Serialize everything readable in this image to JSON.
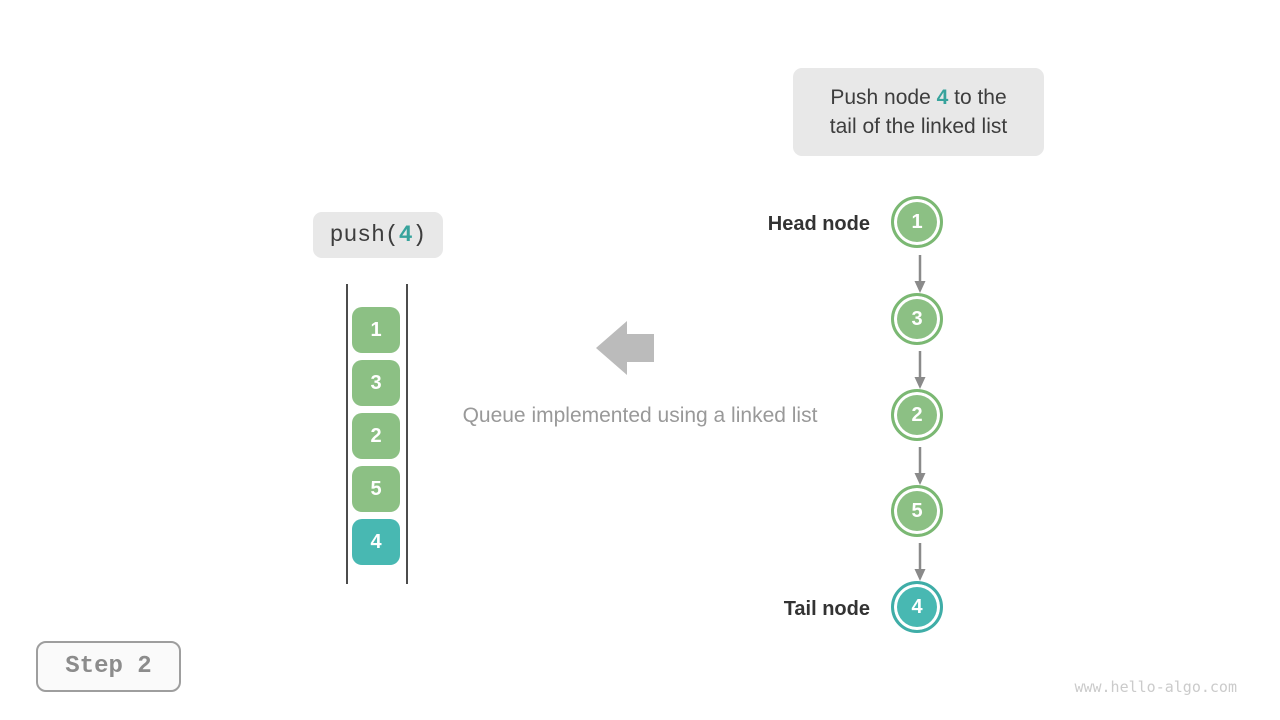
{
  "colors": {
    "green_fill": "#8cc084",
    "green_border": "#7bb873",
    "teal_fill": "#48b8b2",
    "teal_border": "#3fada7",
    "accent_text": "#37a39c",
    "callout_bg": "#e8e8e8",
    "block_arrow": "#bbbbbb",
    "link_arrow": "#8a8a8a"
  },
  "callout": {
    "line1_prefix": "Push node ",
    "highlight": "4",
    "line1_suffix": " to the",
    "line2": "tail of the linked list"
  },
  "push_label": {
    "prefix": "push(",
    "value": "4",
    "suffix": ")"
  },
  "queue_stack": {
    "items": [
      {
        "value": "1",
        "type": "green"
      },
      {
        "value": "3",
        "type": "green"
      },
      {
        "value": "2",
        "type": "green"
      },
      {
        "value": "5",
        "type": "green"
      },
      {
        "value": "4",
        "type": "teal"
      }
    ]
  },
  "caption": "Queue implemented using a linked list",
  "linked_list": {
    "head_label": "Head node",
    "tail_label": "Tail node",
    "nodes": [
      {
        "value": "1",
        "type": "green"
      },
      {
        "value": "3",
        "type": "green"
      },
      {
        "value": "2",
        "type": "green"
      },
      {
        "value": "5",
        "type": "green"
      },
      {
        "value": "4",
        "type": "teal"
      }
    ]
  },
  "step_badge": {
    "label": "Step 2"
  },
  "watermark": "www.hello-algo.com"
}
